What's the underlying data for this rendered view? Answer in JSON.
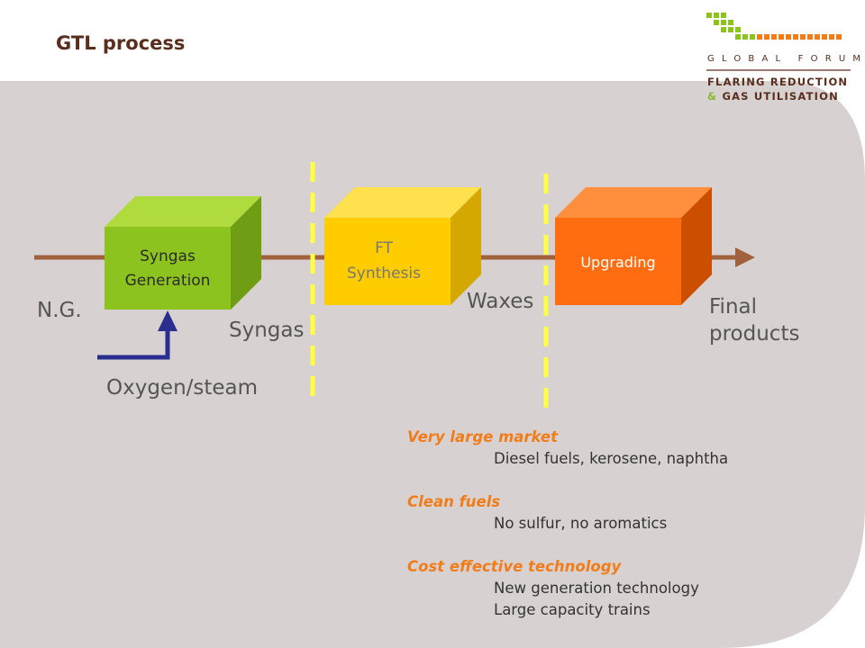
{
  "header": {
    "title": "GTL process"
  },
  "logo": {
    "line1": "GLOBAL FORUM",
    "line2": "FLARING REDUCTION",
    "line3_amp": "&",
    "line3_rest": " GAS UTILISATION"
  },
  "diagram": {
    "blocks": [
      {
        "line1": "Syngas",
        "line2": "Generation",
        "color": "#8cc31f"
      },
      {
        "line1": "FT",
        "line2": "Synthesis",
        "color": "#ffcc00"
      },
      {
        "line1": "Upgrading",
        "color": "#ff6d10"
      }
    ],
    "labels": {
      "ng": "N.G.",
      "syngas": "Syngas",
      "waxes": "Waxes",
      "final_line1": "Final",
      "final_line2": "products",
      "oxygen": "Oxygen/steam"
    },
    "colors": {
      "background": "#d8d1d1",
      "flow_line": "#a0613c",
      "divider": "#ffff44",
      "oxygen_arrow": "#2a2f8f"
    }
  },
  "notes": [
    {
      "heading": "Very large market",
      "items": [
        "Diesel fuels, kerosene, naphtha"
      ]
    },
    {
      "heading": "Clean fuels",
      "items": [
        "No sulfur, no aromatics"
      ]
    },
    {
      "heading": "Cost effective technology",
      "items": [
        "New generation technology",
        "Large capacity trains"
      ]
    }
  ]
}
